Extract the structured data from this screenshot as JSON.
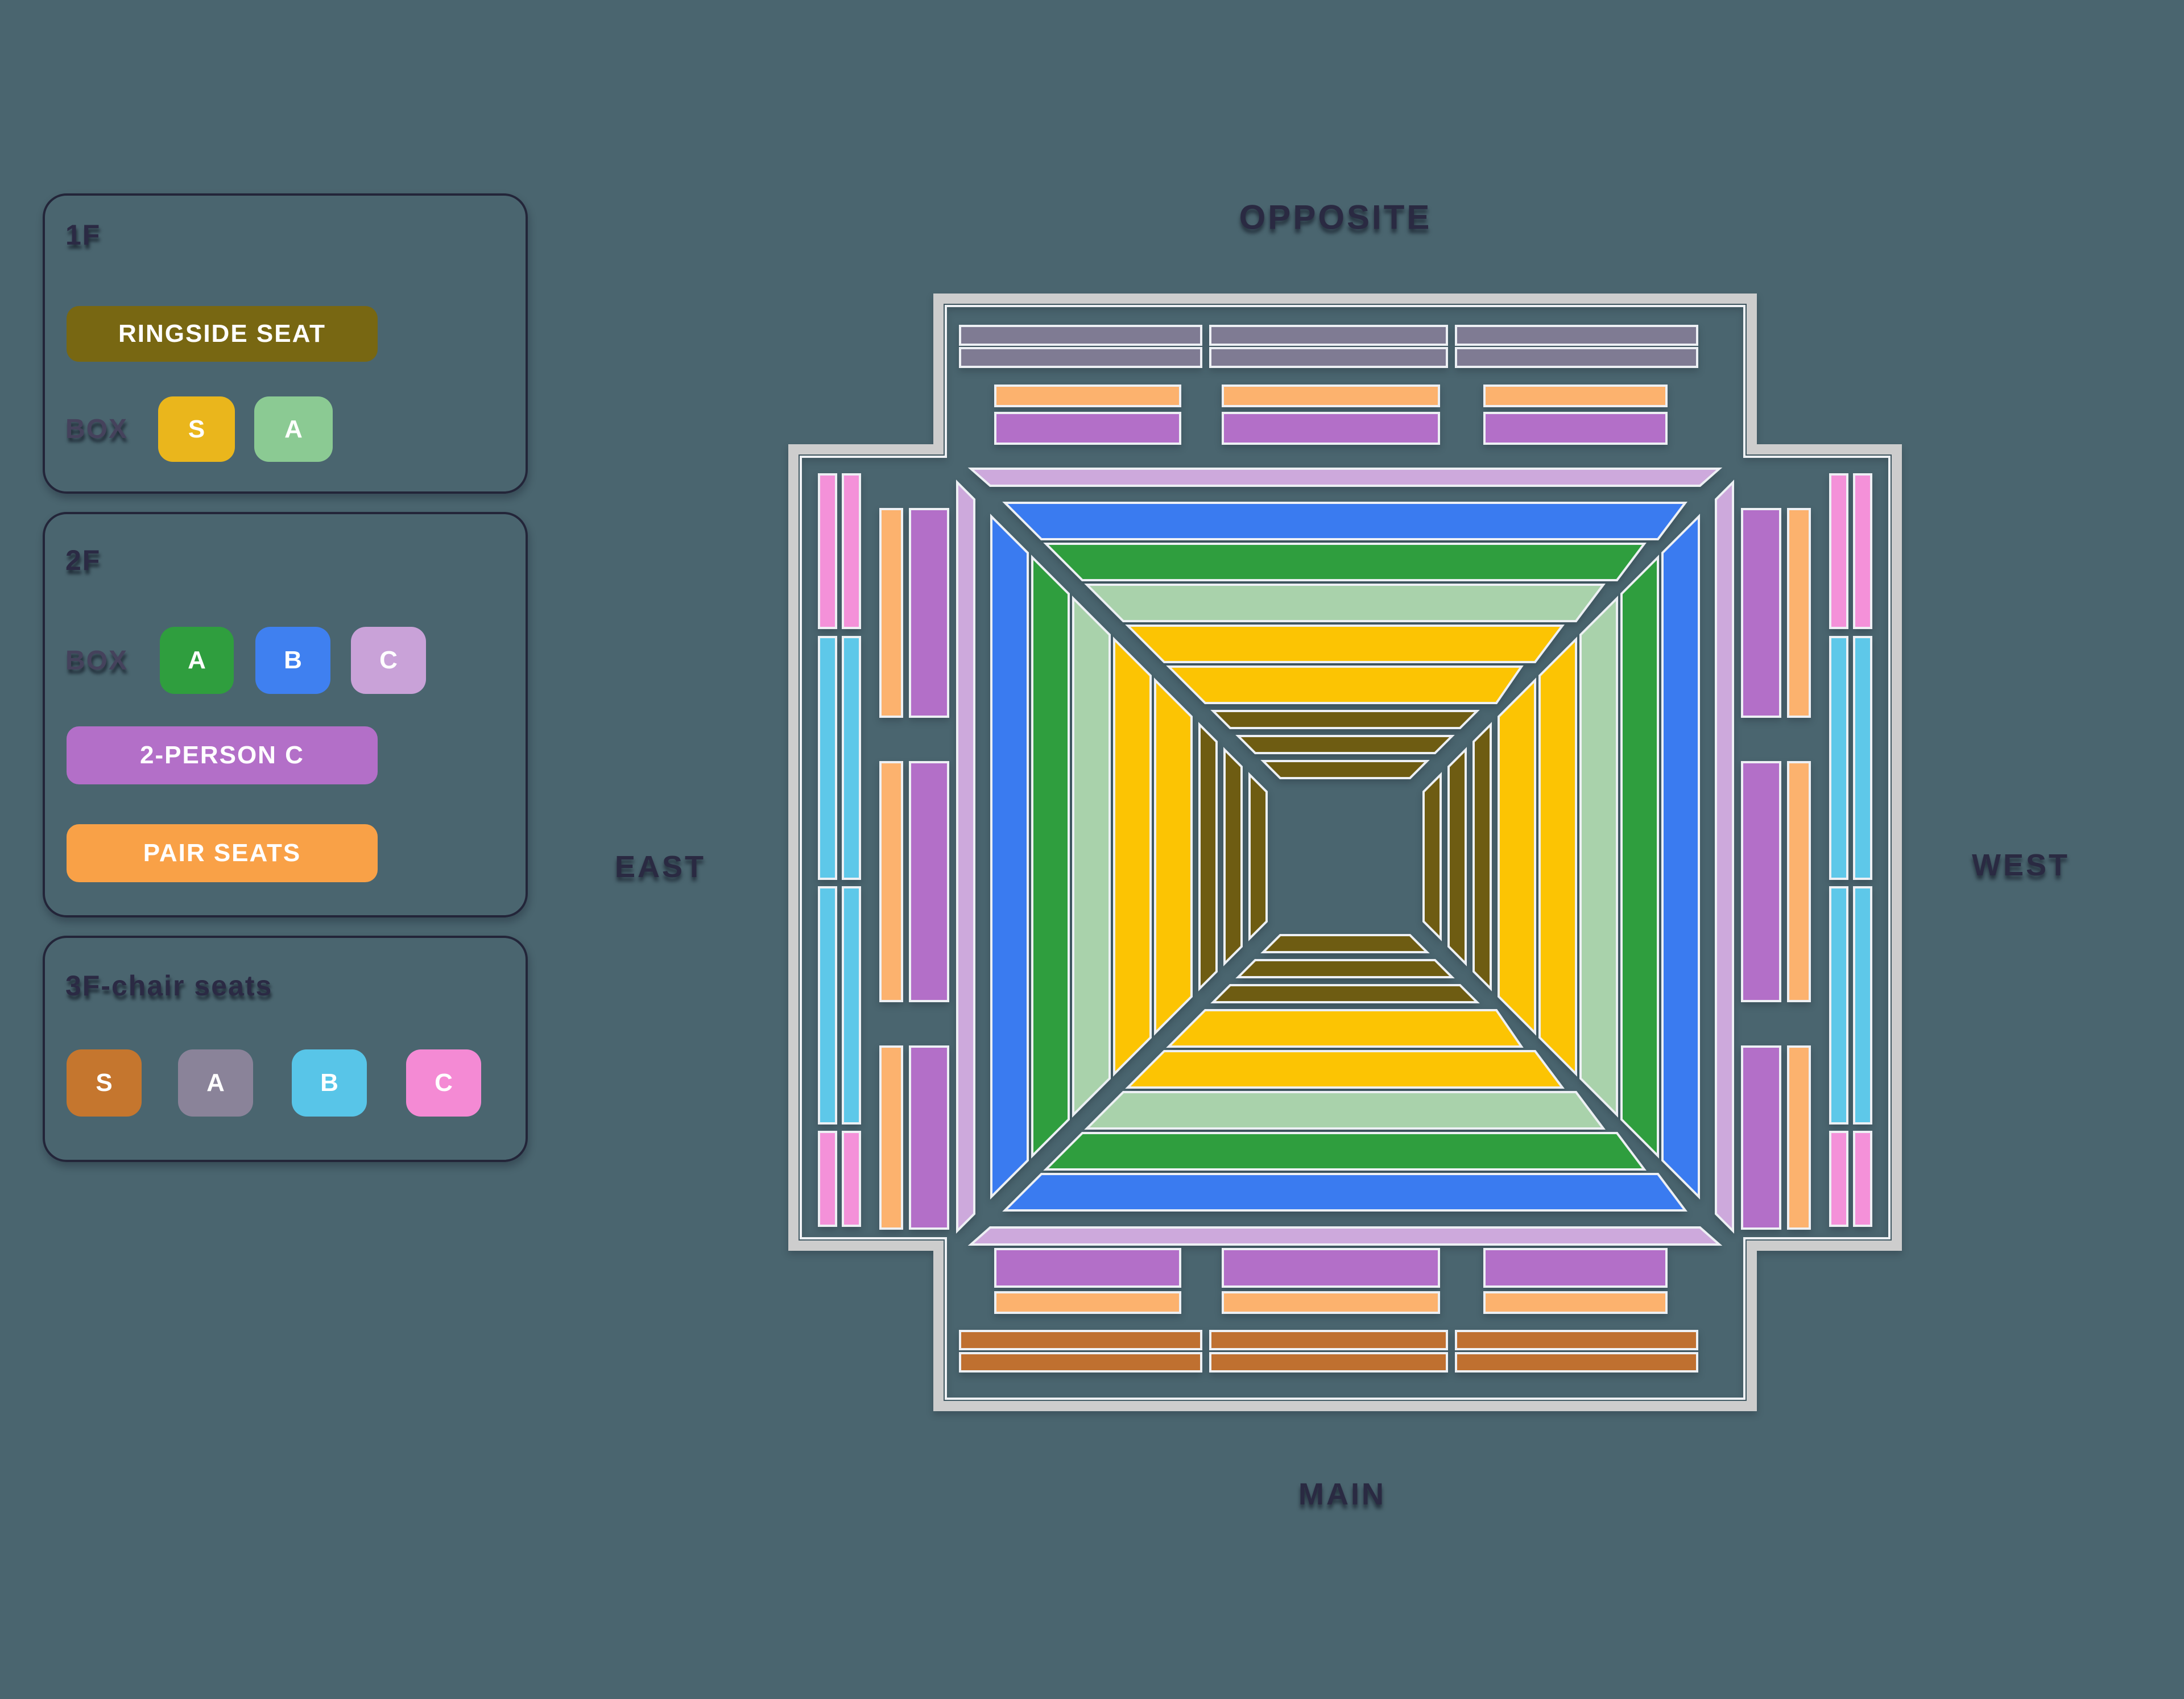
{
  "page": {
    "background": "#4a656f"
  },
  "legend": {
    "floor1": {
      "title": "1F",
      "ringside_label": "RINGSIDE SEAT",
      "ringside_color": "#786712",
      "box_label": "BOX",
      "badges": [
        {
          "label": "S",
          "color": "#eab61c"
        },
        {
          "label": "A",
          "color": "#8bca93"
        }
      ]
    },
    "floor2": {
      "title": "2F",
      "box_label": "BOX",
      "badges": [
        {
          "label": "A",
          "color": "#2f9e3e"
        },
        {
          "label": "B",
          "color": "#3f80f0"
        },
        {
          "label": "C",
          "color": "#c9a2d8"
        }
      ],
      "two_person_label": "2-PERSON C",
      "two_person_color": "#b36fc8",
      "pair_label": "PAIR SEATS",
      "pair_color": "#f9a147"
    },
    "floor3": {
      "title": "3F-chair seats",
      "badges": [
        {
          "label": "S",
          "color": "#c5762e"
        },
        {
          "label": "A",
          "color": "#8a8399"
        },
        {
          "label": "B",
          "color": "#58c5e8"
        },
        {
          "label": "C",
          "color": "#f48ad4"
        }
      ]
    }
  },
  "arena": {
    "labels": {
      "top": "OPPOSITE",
      "bottom": "MAIN",
      "left": "EAST",
      "right": "WEST"
    },
    "colors": {
      "border": "#cdcdcd",
      "inner_line": "#eef1f4",
      "ringside": "#6e5c12",
      "box_s_1f": "#fcc403",
      "box_a_1f": "#a9d2ab",
      "box_a_2f": "#2f9e3e",
      "box_b_2f": "#3a7bf0",
      "box_c_2f": "#cda9dc",
      "two_person_c": "#b36fc8",
      "pair_seats": "#fcb26e",
      "chair_3f_s": "#bf7030",
      "chair_3f_a": "#7f7b93",
      "chair_3f_b": "#5ec8e9",
      "chair_3f_c": "#f491d9"
    },
    "sides": {
      "opposite_outer_to_inner": "3F A chairs, PAIR SEATS, 2-PERSON C, 2F BOX C, 2F BOX B, 2F BOX A, 1F BOX A, 1F BOX S, RINGSIDE",
      "main_outer_to_inner": "3F S chairs, PAIR SEATS, 2-PERSON C, 2F BOX C, 2F BOX B, 2F BOX A, 1F BOX A, 1F BOX S, RINGSIDE",
      "east_outer_to_inner": "3F C/B chairs, PAIR SEATS, 2-PERSON C, 2F BOX C, 2F BOX B, 2F BOX A, 1F BOX A, 1F BOX S, RINGSIDE",
      "west_outer_to_inner": "3F C/B chairs, PAIR SEATS, 2-PERSON C, 2F BOX C, 2F BOX B, 2F BOX A, 1F BOX A, 1F BOX S, RINGSIDE"
    }
  }
}
